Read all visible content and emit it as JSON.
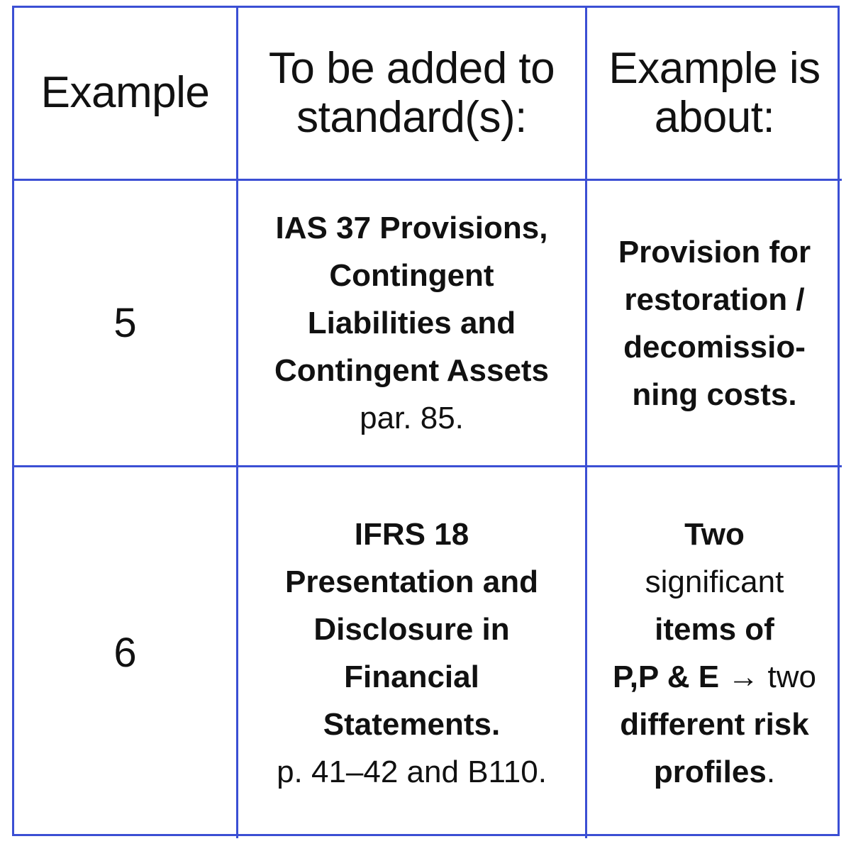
{
  "header": {
    "col1_line1": "Example",
    "col2_line1": "To be added to",
    "col2_line2": "standard(s):",
    "col3_line1": "Example is",
    "col3_line2": "about:"
  },
  "rows": [
    {
      "example": "5",
      "standard": {
        "bold_lines": [
          "IAS 37 Provisions,",
          "Contingent",
          "Liabilities and",
          "Contingent Assets"
        ],
        "ref": "par. 85."
      },
      "about": {
        "lines": [
          "Provision for",
          "restoration /",
          "decomissio-",
          "ning costs."
        ]
      }
    },
    {
      "example": "6",
      "standard": {
        "bold_lines": [
          "IFRS 18",
          "Presentation and",
          "Disclosure in",
          "Financial",
          "Statements."
        ],
        "ref": "p. 41–42 and B110."
      },
      "about": {
        "line1_bold": "Two",
        "line2": "significant",
        "line3_bold": "items of",
        "line4_bold": "P,P & E",
        "line4_normal": " → two",
        "line5_bold": "different risk",
        "line6_bold": "profiles",
        "line6_normal": "."
      }
    }
  ],
  "colors": {
    "border": "#3b4fd4",
    "text": "#111111",
    "background": "#ffffff"
  }
}
